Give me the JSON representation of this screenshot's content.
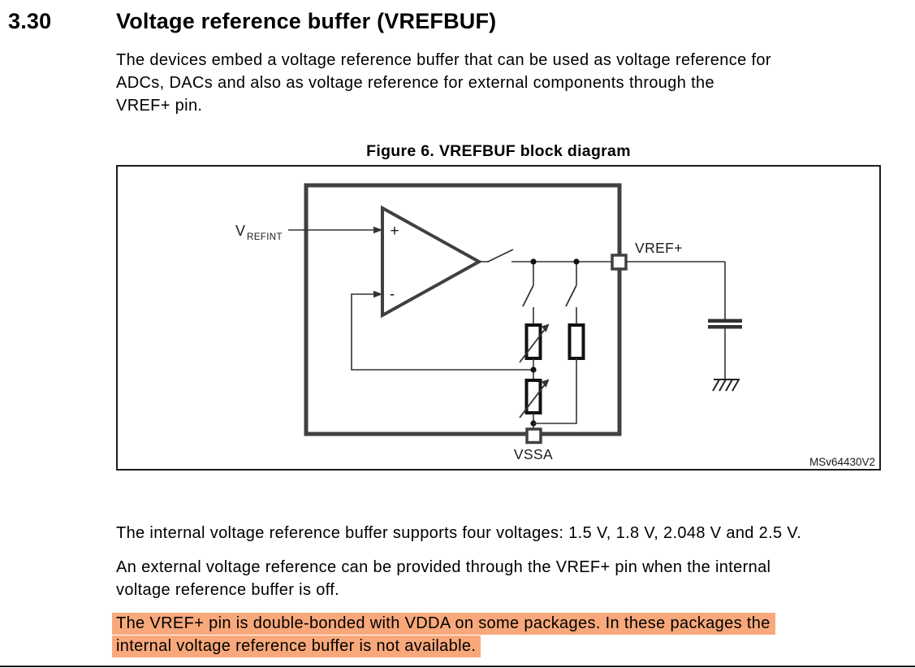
{
  "document": {
    "section": {
      "number": "3.30",
      "title": "Voltage reference buffer (VREFBUF)"
    },
    "intro": {
      "lines": [
        "The devices embed a voltage reference buffer that can be used as voltage reference for",
        "ADCs, DACs and also as voltage reference for external components through the",
        "VREF+ pin."
      ]
    },
    "figure": {
      "caption": "Figure 6. VREFBUF block diagram",
      "watermark": "MSv64430V2",
      "labels": {
        "vrefint_base": "V",
        "vrefint_sub": "REFINT",
        "opamp_plus": "+",
        "opamp_minus": "-",
        "vref_pin": "VREF+",
        "vssa_pin": "VSSA"
      },
      "colors": {
        "block_border": "#404040",
        "wire": "#333333",
        "component": "#111111"
      }
    },
    "body": {
      "voltages_line": "The internal voltage reference buffer supports four voltages: 1.5 V, 1.8 V, 2.048 V and 2.5 V.",
      "external_lines": [
        "An external voltage reference can be provided through the VREF+ pin when the internal",
        "voltage reference buffer is off."
      ],
      "highlight_lines": [
        "The VREF+ pin is double-bonded with VDDA on some packages. In these packages the",
        "internal voltage reference buffer is not available."
      ],
      "highlight_color": "#F8A87B"
    }
  }
}
